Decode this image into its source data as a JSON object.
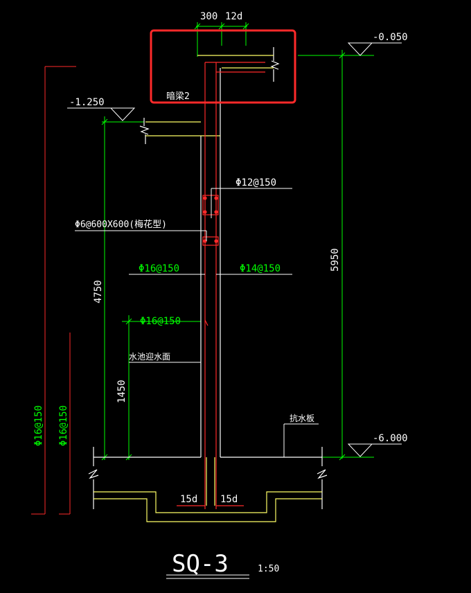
{
  "drawing": {
    "title": "SQ-3",
    "scale": "1:50",
    "colors": {
      "background": "#000000",
      "dim": "#00ff00",
      "wall": "#ffffff",
      "concrete": "#ffff66",
      "rebar": "#ff0000",
      "label": "#ffffff",
      "green_label": "#00ff00",
      "highlight": "#ff2a2a"
    }
  },
  "dimensions": {
    "top_300": "300",
    "top_12d": "12d",
    "right_5950": "5950",
    "left_4750": "4750",
    "left_1450": "1450",
    "bottom_15d_left": "15d",
    "bottom_15d_right": "15d"
  },
  "elevations": {
    "top_right": "-0.050",
    "top_left": "-1.250",
    "bottom_right": "-6.000"
  },
  "labels": {
    "hidden_beam": "暗梁2",
    "rebar_12_150": "Φ12@150",
    "tie_bars": "Φ6@600X600(梅花型)",
    "rebar_16_150_left": "Φ16@150",
    "rebar_14_150_right": "Φ14@150",
    "rebar_16_150_inner": "Φ16@150",
    "water_level": "水池迎水面",
    "anti_float_slab": "抗水板",
    "vertical_16_150_a": "Φ16@150",
    "vertical_16_150_b": "Φ16@150"
  }
}
